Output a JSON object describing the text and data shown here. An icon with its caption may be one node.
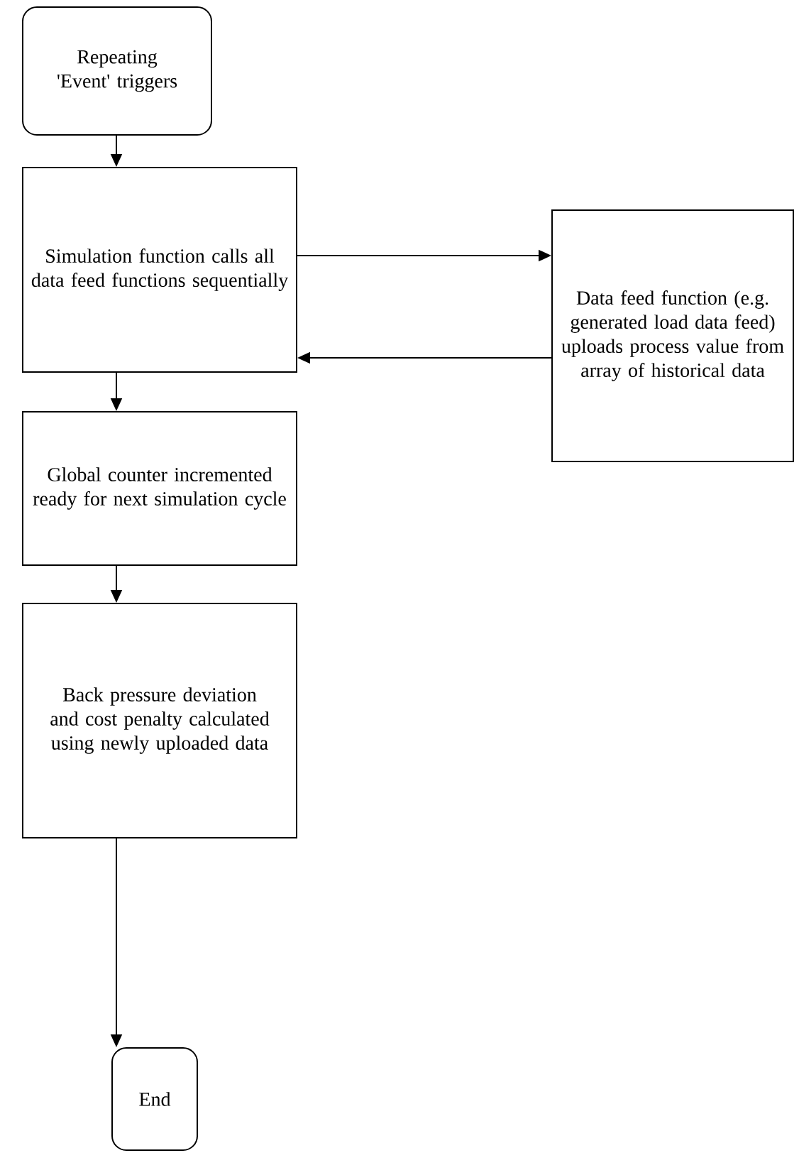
{
  "diagram": {
    "nodes": [
      {
        "text": [
          "Repeating 'Event' triggers"
        ]
      },
      {
        "text": [
          "Simulation function calls all data feed functions sequentially"
        ]
      },
      {
        "text": [
          "Data feed function (e.g. generated load data feed) uploads process value from array of historical data"
        ]
      },
      {
        "text": [
          "Global counter incremented ready for next simulation cycle"
        ]
      },
      {
        "text": [
          "Back pressure deviation and cost penalty calculated using newly uploaded data"
        ]
      },
      {
        "text": [
          "End"
        ]
      }
    ],
    "edges": [
      {
        "from": 0,
        "to": 1,
        "arrow": "to"
      },
      {
        "from": 1,
        "to": 2,
        "arrow": "to"
      },
      {
        "from": 2,
        "to": 1,
        "arrow": "to"
      },
      {
        "from": 1,
        "to": 3,
        "arrow": "to"
      },
      {
        "from": 3,
        "to": 4,
        "arrow": "to"
      },
      {
        "from": 4,
        "to": 5,
        "arrow": "to"
      }
    ]
  }
}
